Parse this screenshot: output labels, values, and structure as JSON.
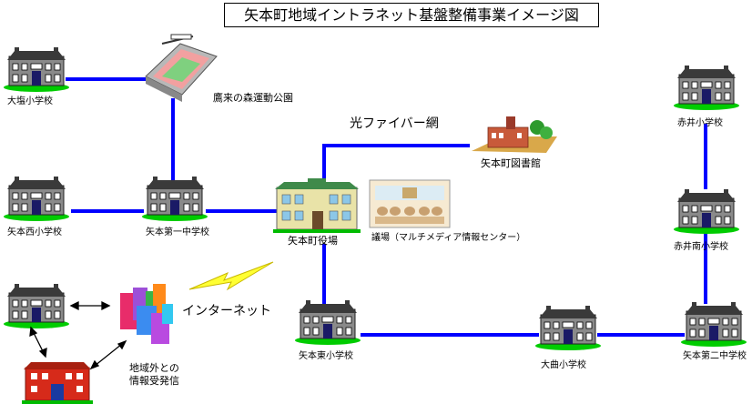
{
  "title": "矢本町地域イントラネット基盤整備事業イメージ図",
  "fiber_label": "光ファイバー網",
  "internet_label": "インターネット",
  "external_info_label": [
    "地域外との",
    "情報受発信"
  ],
  "locations": {
    "oshio": "大塩小学校",
    "park": "鷹来の森運動公園",
    "nishi": "矢本西小学校",
    "daiichi": "矢本第一中学校",
    "townhall": "矢本町役場",
    "assembly": "議場（マルチメディア情報センター）",
    "library": "矢本町図書館",
    "akai": "赤井小学校",
    "akainan": "赤井南小学校",
    "higashi": "矢本東小学校",
    "omagari": "大曲小学校",
    "daini": "矢本第二中学校"
  },
  "colors": {
    "fiber_line": "#0000ff",
    "school_roof": "#3a3a3a",
    "school_wall": "#8a8a8a",
    "lawn": "#00cc00",
    "townhall_wall": "#e9e3a8",
    "townhall_roof": "#3f8a4a",
    "lightning": "#ffff33"
  }
}
